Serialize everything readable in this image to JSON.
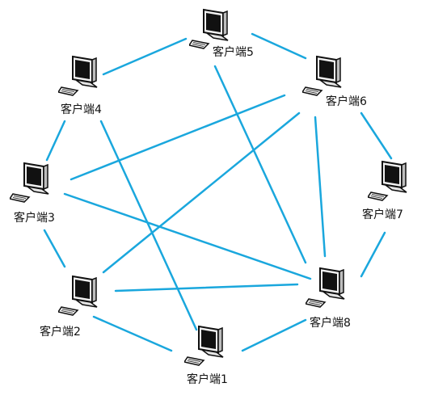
{
  "diagram": {
    "line_color": "#1aa7dd",
    "nodes": [
      {
        "id": "n1",
        "label": "客户端1",
        "icon": "computer-icon"
      },
      {
        "id": "n2",
        "label": "客户端2",
        "icon": "computer-icon"
      },
      {
        "id": "n3",
        "label": "客户端3",
        "icon": "computer-icon"
      },
      {
        "id": "n4",
        "label": "客户端4",
        "icon": "computer-icon"
      },
      {
        "id": "n5",
        "label": "客户端5",
        "icon": "computer-icon"
      },
      {
        "id": "n6",
        "label": "客户端6",
        "icon": "computer-icon"
      },
      {
        "id": "n7",
        "label": "客户端7",
        "icon": "computer-icon"
      },
      {
        "id": "n8",
        "label": "客户端8",
        "icon": "computer-icon"
      }
    ],
    "edges": [
      [
        "n5",
        "n4"
      ],
      [
        "n5",
        "n6"
      ],
      [
        "n5",
        "n8"
      ],
      [
        "n4",
        "n3"
      ],
      [
        "n4",
        "n1"
      ],
      [
        "n6",
        "n3"
      ],
      [
        "n6",
        "n2"
      ],
      [
        "n6",
        "n7"
      ],
      [
        "n6",
        "n8"
      ],
      [
        "n3",
        "n2"
      ],
      [
        "n3",
        "n8"
      ],
      [
        "n7",
        "n8"
      ],
      [
        "n2",
        "n8"
      ],
      [
        "n2",
        "n1"
      ],
      [
        "n1",
        "n8"
      ]
    ]
  }
}
